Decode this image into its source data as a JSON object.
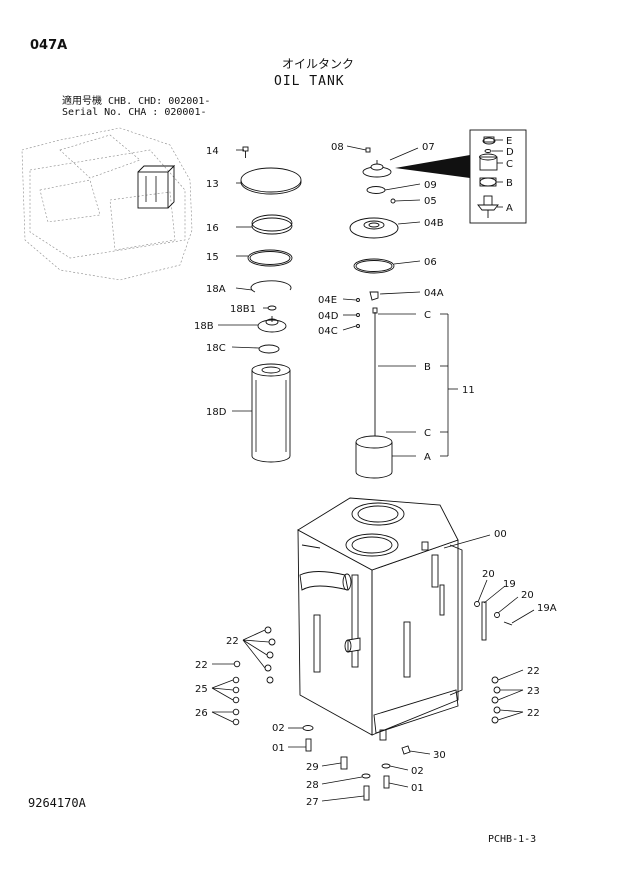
{
  "header": {
    "page_code": "047A",
    "title_jp": "オイルタンク",
    "title_en": "OIL TANK",
    "applicability_line1": "適用号機  CHB. CHD: 002001-",
    "applicability_line2": "Serial No. CHA     : 020001-"
  },
  "footer": {
    "drawing_number": "9264170A",
    "sheet_ref": "PCHB-1-3"
  },
  "callouts": {
    "c14": "14",
    "c13": "13",
    "c16": "16",
    "c15": "15",
    "c18A": "18A",
    "c18B1": "18B1",
    "c18B": "18B",
    "c18C": "18C",
    "c18D": "18D",
    "c08": "08",
    "c07": "07",
    "c09": "09",
    "c05": "05",
    "c04B": "04B",
    "c06": "06",
    "c04E": "04E",
    "c04A": "04A",
    "c04D": "04D",
    "c04C": "04C",
    "cC1": "C",
    "cB1": "B",
    "c11": "11",
    "cC2": "C",
    "cA1": "A",
    "dE": "E",
    "dD": "D",
    "dC": "C",
    "dB": "B",
    "dA": "A",
    "c00": "00",
    "c20a": "20",
    "c19": "19",
    "c20b": "20",
    "c19A": "19A",
    "c22a": "22",
    "c22b": "22",
    "c25": "25",
    "c26": "26",
    "c22c": "22",
    "c23": "23",
    "c22d": "22",
    "c02a": "02",
    "c01a": "01",
    "c29": "29",
    "c28": "28",
    "c27": "27",
    "c30": "30",
    "c02b": "02",
    "c01b": "01"
  }
}
